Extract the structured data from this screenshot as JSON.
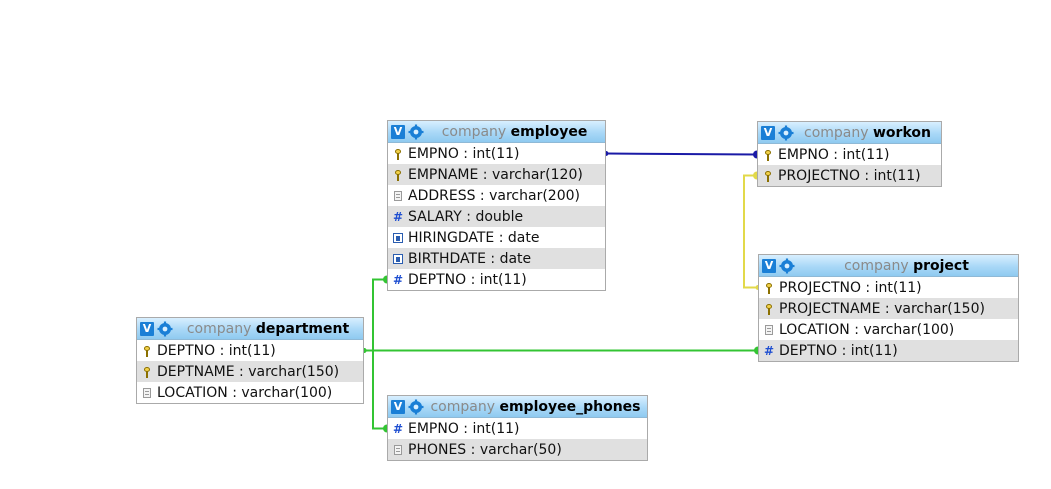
{
  "tables": [
    {
      "id": "employee",
      "db": "company",
      "name": "employee",
      "columns": [
        {
          "icon": "key-icon",
          "name": "EMPNO",
          "type": "int(11)"
        },
        {
          "icon": "key-icon",
          "name": "EMPNAME",
          "type": "varchar(120)"
        },
        {
          "icon": "text-icon",
          "name": "ADDRESS",
          "type": "varchar(200)"
        },
        {
          "icon": "number-icon",
          "name": "SALARY",
          "type": "double"
        },
        {
          "icon": "date-icon",
          "name": "HIRINGDATE",
          "type": "date"
        },
        {
          "icon": "date-icon",
          "name": "BIRTHDATE",
          "type": "date"
        },
        {
          "icon": "number-icon",
          "name": "DEPTNO",
          "type": "int(11)"
        }
      ]
    },
    {
      "id": "workon",
      "db": "company",
      "name": "workon",
      "columns": [
        {
          "icon": "key-icon",
          "name": "EMPNO",
          "type": "int(11)"
        },
        {
          "icon": "key-icon",
          "name": "PROJECTNO",
          "type": "int(11)"
        }
      ]
    },
    {
      "id": "project",
      "db": "company",
      "name": "project",
      "columns": [
        {
          "icon": "key-icon",
          "name": "PROJECTNO",
          "type": "int(11)"
        },
        {
          "icon": "key-icon",
          "name": "PROJECTNAME",
          "type": "varchar(150)"
        },
        {
          "icon": "text-icon",
          "name": "LOCATION",
          "type": "varchar(100)"
        },
        {
          "icon": "number-icon",
          "name": "DEPTNO",
          "type": "int(11)"
        }
      ]
    },
    {
      "id": "department",
      "db": "company",
      "name": "department",
      "columns": [
        {
          "icon": "key-icon",
          "name": "DEPTNO",
          "type": "int(11)"
        },
        {
          "icon": "key-icon",
          "name": "DEPTNAME",
          "type": "varchar(150)"
        },
        {
          "icon": "text-icon",
          "name": "LOCATION",
          "type": "varchar(100)"
        }
      ]
    },
    {
      "id": "employee_phones",
      "db": "company",
      "name": "employee_phones",
      "columns": [
        {
          "icon": "number-icon",
          "name": "EMPNO",
          "type": "int(11)"
        },
        {
          "icon": "text-icon",
          "name": "PHONES",
          "type": "varchar(50)"
        }
      ]
    }
  ],
  "relations": [
    {
      "from": "employee.EMPNO",
      "to": "workon.EMPNO",
      "color": "#1a1aa6"
    },
    {
      "from": "project.PROJECTNO",
      "to": "workon.PROJECTNO",
      "color": "#e2d94a"
    },
    {
      "from": "department.DEPTNO",
      "to": "employee.DEPTNO",
      "color": "#33c433"
    },
    {
      "from": "department.DEPTNO",
      "to": "project.DEPTNO",
      "color": "#33c433"
    },
    {
      "from": "department.DEPTNO",
      "to": "employee_phones.EMPNO",
      "color": "#33c433"
    }
  ],
  "header_button_label": "V"
}
